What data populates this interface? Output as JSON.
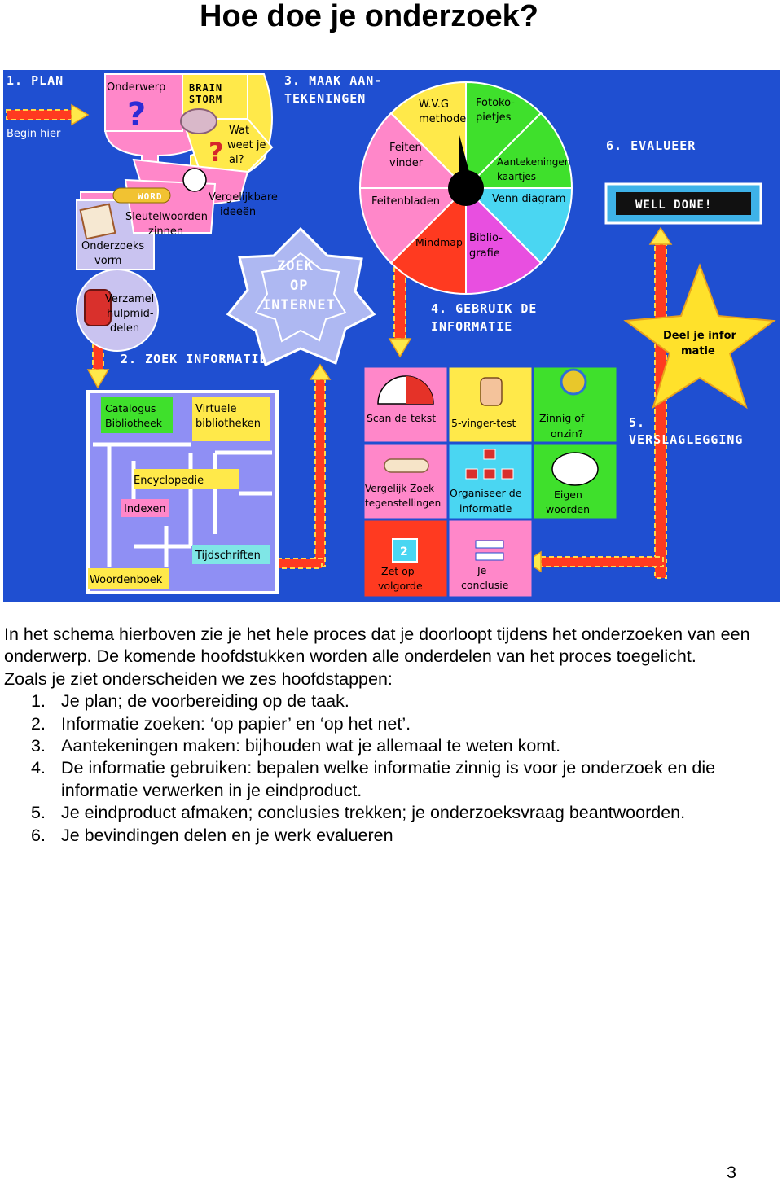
{
  "page": {
    "title": "Hoe doe je onderzoek?",
    "page_number": "3"
  },
  "diagram": {
    "step1": {
      "title": "1. PLAN",
      "start": "Begin hier"
    },
    "plan_segments": {
      "onderwerp": "Onderwerp",
      "brainstorm_1": "BRAIN",
      "brainstorm_2": "STORM",
      "wat_weet_1": "Wat",
      "wat_weet_2": "weet je",
      "wat_weet_3": "al?",
      "vergelijk_1": "Vergelijkbare",
      "vergelijk_2": "ideeën",
      "sleutel_1": "Sleutelwoorden",
      "sleutel_2": "zinnen",
      "word_tag": "WORD",
      "vorm_1": "Onderzoeks",
      "vorm_2": "vorm",
      "verzamel_1": "Verzamel",
      "verzamel_2": "hulpmid-",
      "verzamel_3": "delen"
    },
    "step2": {
      "title": "2. ZOEK INFORMATIE",
      "catalogus_1": "Catalogus",
      "catalogus_2": "Bibliotheek",
      "virtuele_1": "Virtuele",
      "virtuele_2": "bibliotheken",
      "encyclopedie": "Encyclopedie",
      "indexen": "Indexen",
      "tijdschriften": "Tijdschriften",
      "woordenboek": "Woordenboek"
    },
    "internet": {
      "line1": "ZOEK",
      "line2": "OP",
      "line3": "INTERNET"
    },
    "step3": {
      "title_1": "3. MAAK AAN-",
      "title_2": "TEKENINGEN",
      "wvg_1": "W.V.G",
      "wvg_2": "methode",
      "foto_1": "Fotoko-",
      "foto_2": "pietjes",
      "aant_1": "Aantekeningen",
      "aant_2": "kaartjes",
      "venn": "Venn diagram",
      "biblio_1": "Biblio-",
      "biblio_2": "grafie",
      "mindmap": "Mindmap",
      "feitenbladen": "Feitenbladen",
      "feiten_1": "Feiten",
      "feiten_2": "vinder"
    },
    "step4": {
      "title_1": "4. GEBRUIK DE",
      "title_2": "INFORMATIE",
      "scan": "Scan de tekst",
      "vinger": "5-vinger-test",
      "zinnig_1": "Zinnig of",
      "zinnig_2": "onzin?",
      "vergelijk_1": "Vergelijk Zoek",
      "vergelijk_2": "tegenstellingen",
      "organiseer_1": "Organiseer de",
      "organiseer_2": "informatie",
      "eigen_1": "Eigen",
      "eigen_2": "woorden",
      "volgorde_1": "Zet op",
      "volgorde_2": "volgorde",
      "conclusie_1": "Je",
      "conclusie_2": "conclusie",
      "badge": "2"
    },
    "step5": {
      "title_1": "5.",
      "title_2": "VERSLAGLEGGING",
      "star_1": "Deel je infor",
      "star_2": "matie"
    },
    "step6": {
      "title": "6. EVALUEER",
      "sign": "WELL DONE!"
    }
  },
  "content": {
    "intro": "In het schema hierboven zie je het hele proces dat je doorloopt tijdens het onderzoeken van een onderwerp. De komende hoofdstukken worden alle onderdelen van het proces toegelicht.",
    "lead": "Zoals je ziet onderscheiden we zes hoofdstappen:",
    "steps": [
      {
        "num": "1.",
        "text": "Je plan; de voorbereiding op de taak."
      },
      {
        "num": "2.",
        "text": "Informatie zoeken: ‘op papier’ en ‘op het net’."
      },
      {
        "num": "3.",
        "text": "Aantekeningen maken: bijhouden wat je allemaal te weten komt."
      },
      {
        "num": "4.",
        "text": "De informatie gebruiken: bepalen welke informatie zinnig is voor je onderzoek en die informatie verwerken in je eindproduct."
      },
      {
        "num": "5.",
        "text": "Je eindproduct afmaken; conclusies trekken; je onderzoeksvraag beantwoorden."
      },
      {
        "num": "6.",
        "text": "Je bevindingen delen en je werk evalueren"
      }
    ]
  },
  "colors": {
    "background": "#1f4fd1",
    "path": "#ff3a20",
    "plan_yellow": "#ffe94a",
    "plan_pink": "#ff87c9",
    "maze": "#8f8ff4",
    "star": "#ffe12b",
    "grid_green": "#3fe02c"
  }
}
